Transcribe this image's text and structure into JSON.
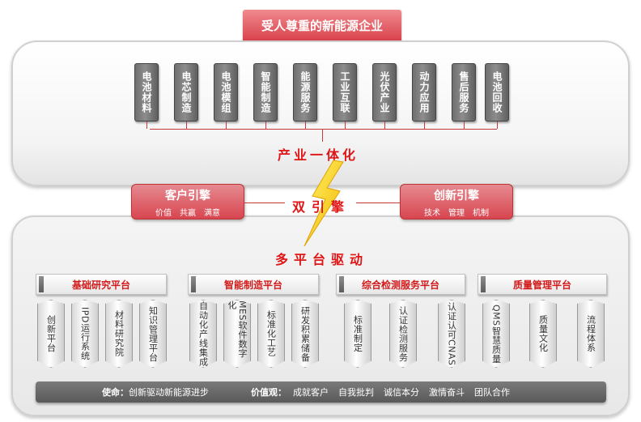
{
  "top_title": "受人尊重的新能源企业",
  "industry_chain": [
    "电池材料",
    "电芯制造",
    "电池模组",
    "智能制造",
    "能源服务",
    "工业互联",
    "光伏产业",
    "动力应用",
    "售后服务",
    "电池回收"
  ],
  "industry_heading": "产业一体化",
  "dual_engine": {
    "heading": "双引擎",
    "left": {
      "title": "客户引擎",
      "items": [
        "价值",
        "共赢",
        "满意"
      ]
    },
    "right": {
      "title": "创新引擎",
      "items": [
        "技术",
        "管理",
        "机制"
      ]
    }
  },
  "platform_heading": "多平台驱动",
  "platforms": [
    {
      "title": "基础研究平台",
      "items": [
        "创新平台",
        "IPD运行系统",
        "材料研究院",
        "知识管理平台"
      ]
    },
    {
      "title": "智能制造平台",
      "items": [
        "自动化产线集成",
        "MES软件数字化",
        "标准化工艺",
        "研发积累储备"
      ]
    },
    {
      "title": "综合检测服务平台",
      "items": [
        "标准制定",
        "认证检测服务",
        "认证认可CNAS"
      ]
    },
    {
      "title": "质量管理平台",
      "items": [
        "QMS智慧质量",
        "质量文化",
        "流程体系"
      ]
    }
  ],
  "mission": {
    "label": "使命：",
    "value": "创新驱动新能源进步"
  },
  "values": {
    "label": "价值观：",
    "items": [
      "成就客户",
      "自我批判",
      "诚信本分",
      "激情奋斗",
      "团队合作"
    ]
  },
  "colors": {
    "accent_red": "#d9434c",
    "heading_red": "#e01616",
    "bar_gray": "#6f6f6f"
  },
  "icons": [
    "lightning-bolt-icon"
  ]
}
